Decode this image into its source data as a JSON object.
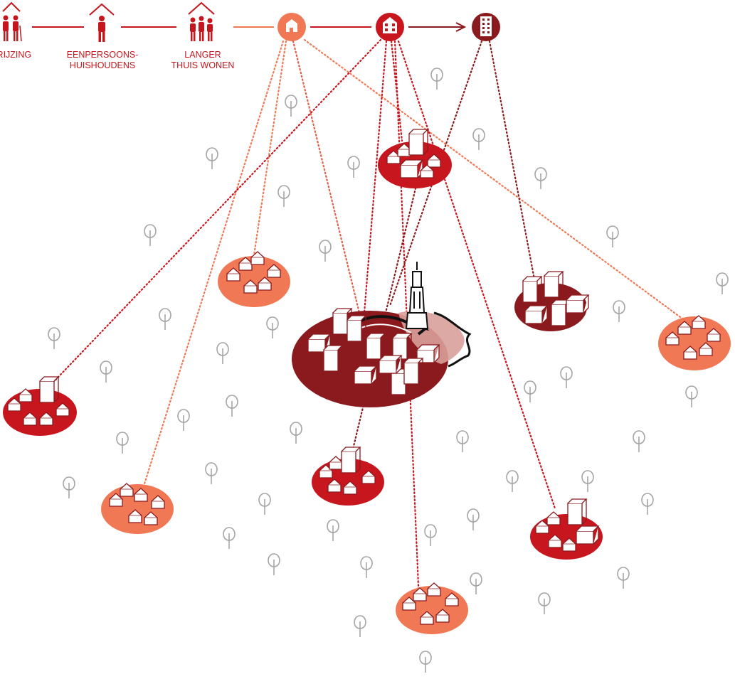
{
  "flow": {
    "stages": [
      {
        "label": "GRIJZING",
        "icon": "elderly-couple-icon"
      },
      {
        "label": "EENPERSOONS-\nHUISHOUDENS",
        "icon": "single-person-icon"
      },
      {
        "label": "LANGER\nTHUIS WONEN",
        "icon": "elderly-family-icon"
      }
    ],
    "housing_types": [
      {
        "icon": "small-house-icon",
        "color": "#f07855"
      },
      {
        "icon": "apartment-icon",
        "color": "#c8161e"
      },
      {
        "icon": "tower-block-icon",
        "color": "#8b1a1e"
      }
    ]
  },
  "colors": {
    "primary_red": "#c4161c",
    "light_orange": "#f07855",
    "mid_red": "#c8161e",
    "dark_red": "#8b1a1e",
    "tree": "#a6a6a6"
  },
  "map": {
    "center_landmark": "dom-tower-icon"
  }
}
